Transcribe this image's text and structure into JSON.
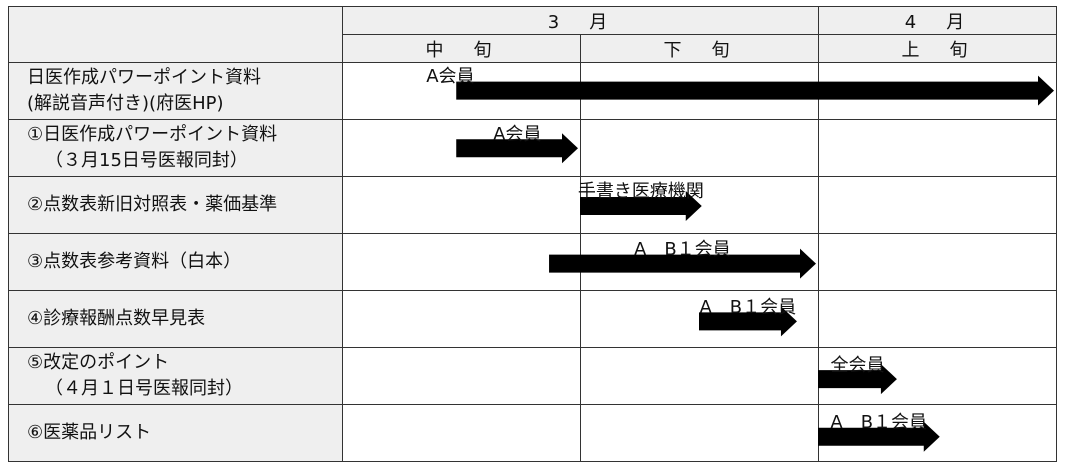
{
  "header": {
    "month_march": "3　月",
    "month_april": "4　月",
    "period_mid": "中　旬",
    "period_late": "下　旬",
    "period_early": "上　旬"
  },
  "rows": [
    {
      "line1": "日医作成パワーポイント資料",
      "line2": "(解説音声付き)(府医HP)",
      "target": "A会員",
      "start": 0.48,
      "end": 3.0
    },
    {
      "line1": "①日医作成パワーポイント資料",
      "line2": "（３月15日号医報同封）",
      "target": "A会員",
      "start": 0.48,
      "end": 1.0
    },
    {
      "line1": "②点数表新旧対照表・薬価基準",
      "line2": "",
      "target": "手書き医療機関",
      "start": 1.0,
      "end": 1.52
    },
    {
      "line1": "③点数表参考資料（白本）",
      "line2": "",
      "target": "A　B１会員",
      "start": 0.87,
      "end": 2.0
    },
    {
      "line1": "④診療報酬点数早見表",
      "line2": "",
      "target": "A　B１会員",
      "start": 1.5,
      "end": 1.92
    },
    {
      "line1": "⑤改定のポイント",
      "line2": "（４月１日号医報同封）",
      "target": "全会員",
      "start": 2.0,
      "end": 2.34
    },
    {
      "line1": "⑥医薬品リスト",
      "line2": "",
      "target": "A　B１会員",
      "start": 2.0,
      "end": 2.52
    }
  ]
}
